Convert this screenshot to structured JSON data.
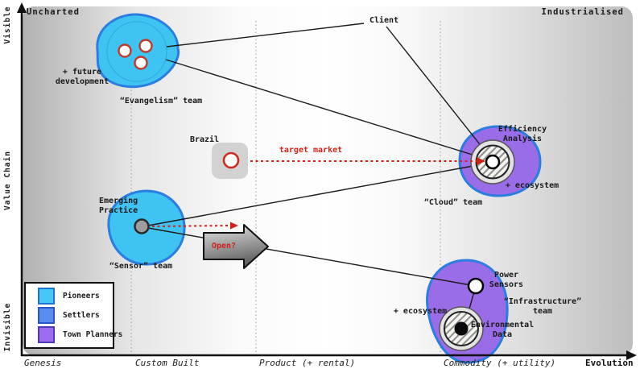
{
  "map": {
    "corner_top_left": "Uncharted",
    "corner_top_right": "Industrialised",
    "y_axis": {
      "top": "Visible",
      "title": "Value Chain",
      "bottom": "Invisible"
    },
    "x_axis": {
      "stages": [
        "Genesis",
        "Custom Built",
        "Product (+ rental)",
        "Commodity (+ utility)"
      ],
      "title": "Evolution"
    }
  },
  "legend": {
    "items": [
      {
        "label": "Pioneers",
        "color": "#45c8f5",
        "border": "#1c74d4"
      },
      {
        "label": "Settlers",
        "color": "#5b8cf0",
        "border": "#2a56c8"
      },
      {
        "label": "Town Planners",
        "color": "#9d6cf0",
        "border": "#4a3ab8"
      }
    ]
  },
  "nodes": {
    "client": "Client",
    "brazil": "Brazil",
    "target_market": "target market",
    "open_question": "Open?",
    "evangelism": {
      "note": "+ future\ndevelopment",
      "team": "“Evangelism” team"
    },
    "sensor": {
      "practice": "Emerging\nPractice",
      "team": "“Sensor” team"
    },
    "cloud": {
      "label": "Efficiency\nAnalysis",
      "ecosystem": "+ ecosystem",
      "team": "“Cloud” team"
    },
    "infrastructure": {
      "power": "Power\nSensors",
      "team": "“Infrastructure” team",
      "env": "Environmental\nData",
      "ecosystem": "+ ecosystem"
    }
  },
  "colors": {
    "pioneers_fill": "#3fc3f2",
    "town_planners_fill": "#9b6ce8",
    "blob_border": "#2b7de0",
    "accent_red": "#cc2418",
    "line": "#1a1a1a"
  }
}
